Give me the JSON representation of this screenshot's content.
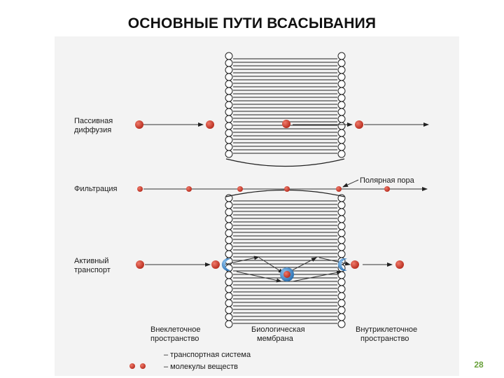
{
  "title": "ОСНОВНЫЕ ПУТИ ВСАСЫВАНИЯ",
  "labels": {
    "passive_diffusion_line1": "Пассивная",
    "passive_diffusion_line2": "диффузия",
    "filtration": "Фильтрация",
    "polar_pore": "Полярная пора",
    "active_transport_line1": "Активный",
    "active_transport_line2": "транспорт",
    "extracellular_line1": "Внеклеточное",
    "extracellular_line2": "пространство",
    "membrane_line1": "Биологическая",
    "membrane_line2": "мембрана",
    "intracellular_line1": "Внутриклеточное",
    "intracellular_line2": "пространство"
  },
  "legend": {
    "transport_system": "– транспортная система",
    "molecules": "– молекулы веществ"
  },
  "page_number": "28",
  "colors": {
    "molecule": "#c0392b",
    "carrier": "#3b86c6",
    "membrane_line": "#222222",
    "page_number": "#6aa23c"
  }
}
